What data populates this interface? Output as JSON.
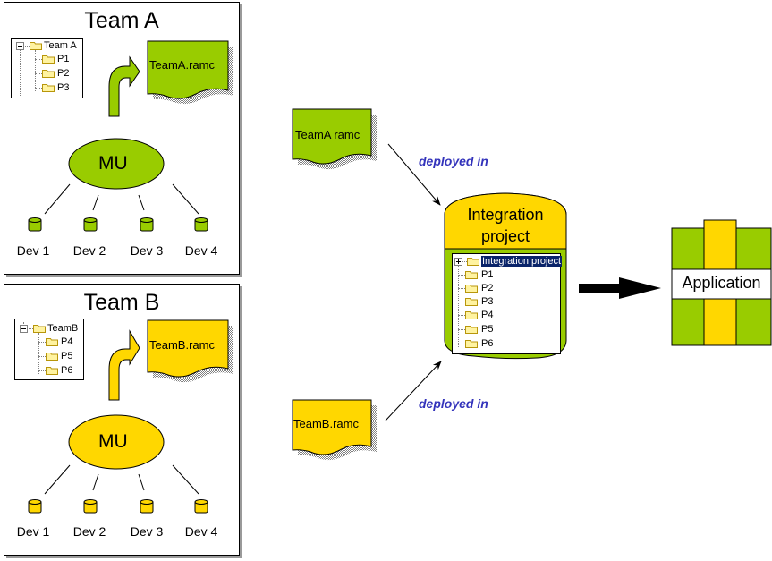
{
  "colors": {
    "green": "#99cc00",
    "yellow": "#ffd700",
    "link_blue": "#3333bb",
    "selection_bg": "#0a246a",
    "shadow": "#9a9a9a"
  },
  "teams": [
    {
      "title": "Team A",
      "tree": {
        "root": "Team A",
        "children": [
          "P1",
          "P2",
          "P3"
        ]
      },
      "doc": "TeamA.ramc",
      "hub": "MU",
      "devs": [
        "Dev 1",
        "Dev 2",
        "Dev 3",
        "Dev 4"
      ]
    },
    {
      "title": "Team B",
      "tree": {
        "root": "TeamB",
        "children": [
          "P4",
          "P5",
          "P6"
        ]
      },
      "doc": "TeamB.ramc",
      "hub": "MU",
      "devs": [
        "Dev 1",
        "Dev 2",
        "Dev 3",
        "Dev 4"
      ]
    }
  ],
  "middle": {
    "doc_a": "TeamA ramc",
    "doc_b": "TeamB.ramc",
    "edge_a": "deployed in",
    "edge_b": "deployed in"
  },
  "integration": {
    "title_line1": "Integration",
    "title_line2": "project",
    "tree": {
      "root": "Integration project",
      "children": [
        "P1",
        "P2",
        "P3",
        "P4",
        "P5",
        "P6"
      ]
    }
  },
  "application": {
    "label": "Application"
  }
}
